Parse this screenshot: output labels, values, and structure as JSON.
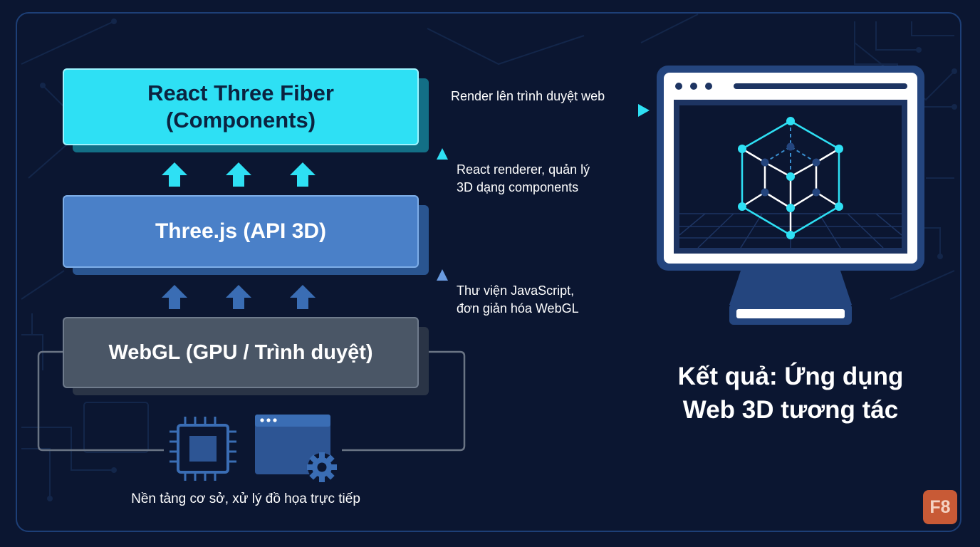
{
  "layers": {
    "top": {
      "line1": "React Three Fiber",
      "line2": "(Components)"
    },
    "middle": {
      "label": "Three.js (API 3D)"
    },
    "bottom": {
      "label": "WebGL (GPU / Trình duyệt)"
    }
  },
  "notes": {
    "render": "Render lên trình duyệt web",
    "react_renderer_line1": "React renderer, quản lý",
    "react_renderer_line2": "3D dạng components",
    "threejs_line1": "Thư viện JavaScript,",
    "threejs_line2": "đơn giản hóa WebGL"
  },
  "foundation": {
    "label": "Nền tảng cơ sở, xử lý đồ họa trực tiếp"
  },
  "result": {
    "line1": "Kết quả: Ứng dụng",
    "line2": "Web 3D tương tác"
  },
  "logo": {
    "text": "F8"
  },
  "colors": {
    "background": "#0b1631",
    "frame": "#1d3f77",
    "cyan": "#2ee0f4",
    "blue": "#4a80c8",
    "gray": "#4a5666",
    "logo": "#c85a36"
  },
  "icons": [
    "up-arrow-icon",
    "chip-icon",
    "browser-window-icon",
    "gear-icon",
    "monitor-icon",
    "cube-wireframe-icon"
  ]
}
